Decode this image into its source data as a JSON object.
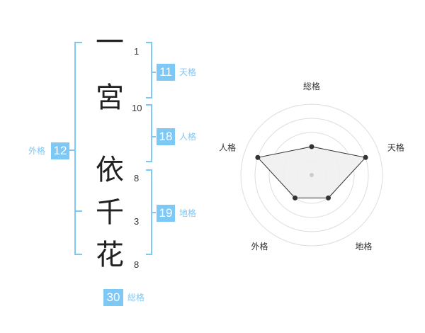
{
  "name": {
    "characters": [
      {
        "char": "一",
        "strokes": "1"
      },
      {
        "char": "宮",
        "strokes": "10"
      },
      {
        "char": "依",
        "strokes": "8"
      },
      {
        "char": "千",
        "strokes": "3"
      },
      {
        "char": "花",
        "strokes": "8"
      }
    ]
  },
  "fortune": {
    "tenkaku": {
      "value": "11",
      "label": "天格"
    },
    "jinkaku": {
      "value": "18",
      "label": "人格"
    },
    "chikaku": {
      "value": "19",
      "label": "地格"
    },
    "gaikaku": {
      "value": "12",
      "label": "外格"
    },
    "soukaku": {
      "value": "30",
      "label": "総格"
    }
  },
  "colors": {
    "accent": "#7ec8f5",
    "bracket": "#7ec8f5",
    "radar_fill": "#efefef",
    "radar_grid": "#dddddd",
    "radar_line": "#333333"
  },
  "chart_data": {
    "type": "radar",
    "axes": [
      "総格",
      "天格",
      "地格",
      "外格",
      "人格"
    ],
    "values": [
      2,
      4,
      2,
      2,
      4
    ],
    "max": 5,
    "grid": true
  }
}
